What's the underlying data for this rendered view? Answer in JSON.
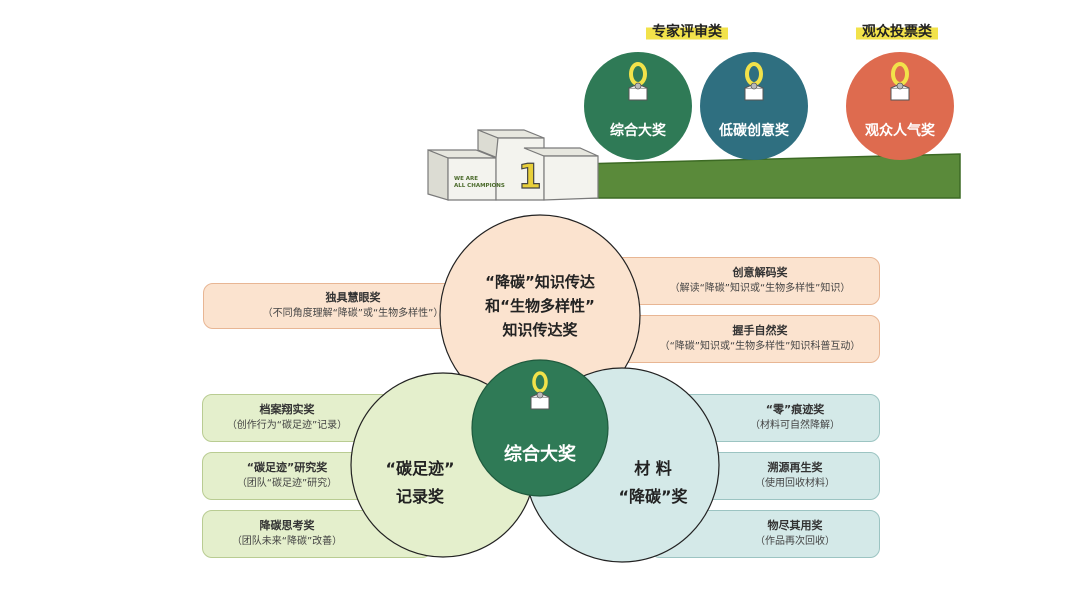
{
  "categories": {
    "expert": "专家评审类",
    "audience": "观众投票类"
  },
  "podium": {
    "tagline_line1": "WE ARE",
    "tagline_line2": "ALL CHAMPIONS",
    "number": "1"
  },
  "top_awards": [
    {
      "label": "综合大奖",
      "color": "#2f7a56"
    },
    {
      "label": "低碳创意奖",
      "color": "#2f6f80"
    },
    {
      "label": "观众人气奖",
      "color": "#de6b4f"
    }
  ],
  "venn": {
    "top_circle": {
      "line1": "“降碳”知识传达",
      "line2": "和“生物多样性”",
      "line3": "知识传达奖",
      "color": "#fbe3cf"
    },
    "left_circle": {
      "line1": "“碳足迹”",
      "line2": "记录奖",
      "color": "#e4efcc"
    },
    "right_circle": {
      "line1": "材  料",
      "line2": "“降碳”奖",
      "color": "#d4e9e8"
    },
    "center": {
      "label": "综合大奖",
      "color": "#2f7a56"
    }
  },
  "side_boxes": {
    "left_top": {
      "title": "独具慧眼奖",
      "sub": "（不同角度理解“降碳”或“生物多样性”）"
    },
    "right_top_1": {
      "title": "创意解码奖",
      "sub": "（解读“降碳”知识或“生物多样性”知识）"
    },
    "right_top_2": {
      "title": "握手自然奖",
      "sub": "（“降碳”知识或“生物多样性”知识科普互动）"
    },
    "left_1": {
      "title": "档案翔实奖",
      "sub": "（创作行为“碳足迹”记录）"
    },
    "left_2": {
      "title": "“碳足迹”研究奖",
      "sub": "（团队“碳足迹”研究）"
    },
    "left_3": {
      "title": "降碳思考奖",
      "sub": "（团队未来“降碳”改善）"
    },
    "right_1": {
      "title": "“零”痕迹奖",
      "sub": "（材料可自然降解）"
    },
    "right_2": {
      "title": "溯源再生奖",
      "sub": "（使用回收材料）"
    },
    "right_3": {
      "title": "物尽其用奖",
      "sub": "（作品再次回收）"
    }
  }
}
